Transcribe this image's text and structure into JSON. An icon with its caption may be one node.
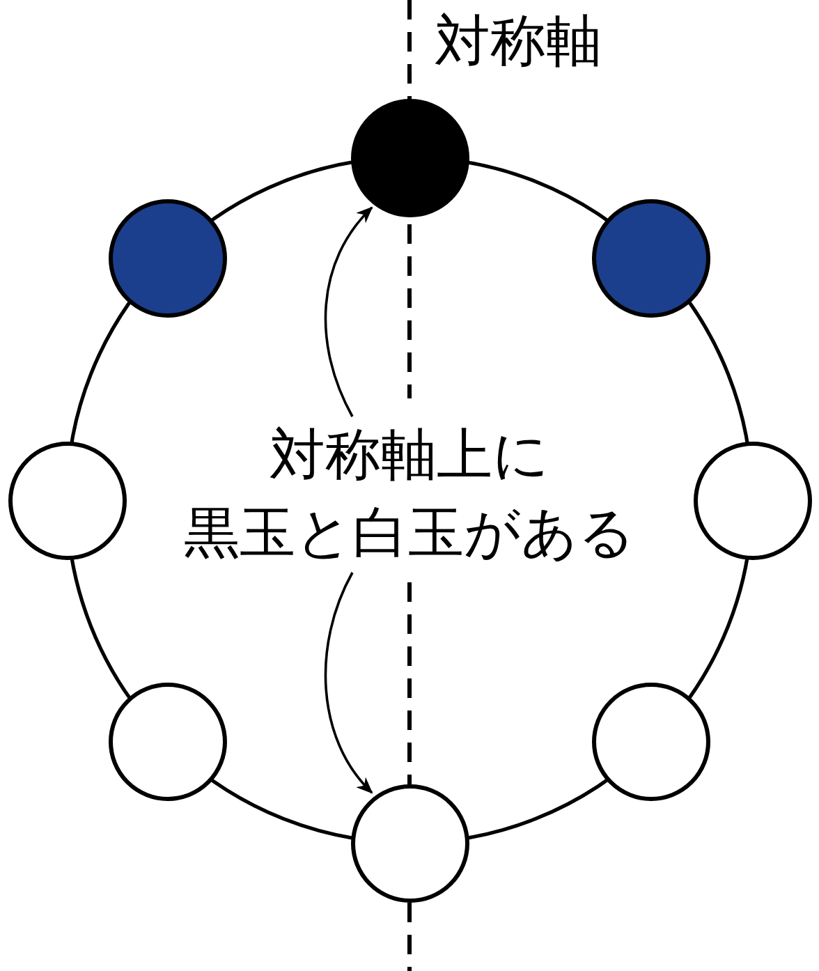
{
  "diagram": {
    "nodes": [
      {
        "text": [],
        "shape": "circle"
      },
      {
        "text": [],
        "shape": "circle"
      },
      {
        "text": [],
        "shape": "circle"
      },
      {
        "text": [],
        "shape": "circle"
      },
      {
        "text": [
          "対称軸上に黒玉と白玉がある"
        ]
      },
      {
        "text": [],
        "shape": "circle"
      },
      {
        "text": [],
        "shape": "circle"
      },
      {
        "text": [],
        "shape": "circle"
      },
      {
        "text": [],
        "shape": "circle"
      }
    ],
    "edges": [
      {
        "from": 4,
        "to": 0,
        "arrow": "to"
      },
      {
        "from": 4,
        "to": 8,
        "arrow": "to"
      }
    ],
    "labels": [
      "対称軸"
    ]
  }
}
